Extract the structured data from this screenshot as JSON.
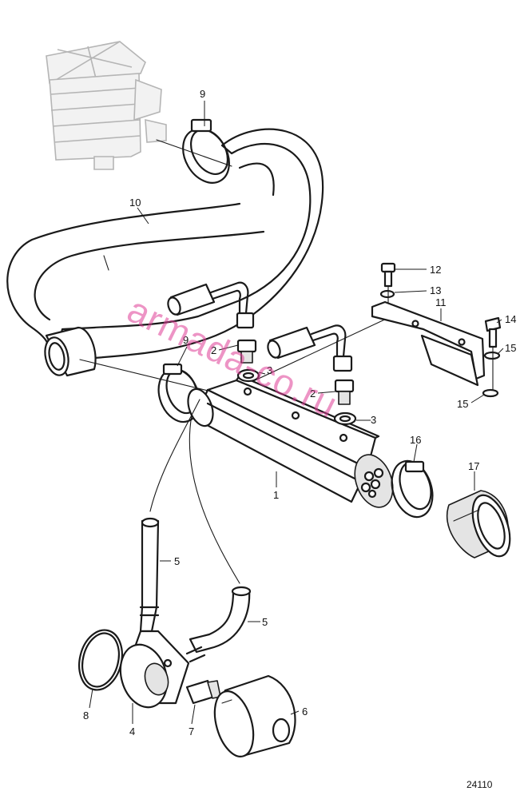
{
  "figure_number": "24110",
  "watermark": "armada-co.ru",
  "colors": {
    "line": "#1a1a1a",
    "ghost": "#b5b5b5",
    "watermark": "#de3c96"
  },
  "callouts": [
    {
      "id": "c1",
      "label": "1"
    },
    {
      "id": "c2a",
      "label": "2"
    },
    {
      "id": "c2b",
      "label": "2"
    },
    {
      "id": "c3a",
      "label": "3"
    },
    {
      "id": "c3b",
      "label": "3"
    },
    {
      "id": "c4",
      "label": "4"
    },
    {
      "id": "c5a",
      "label": "5"
    },
    {
      "id": "c5b",
      "label": "5"
    },
    {
      "id": "c6",
      "label": "6"
    },
    {
      "id": "c7",
      "label": "7"
    },
    {
      "id": "c8",
      "label": "8"
    },
    {
      "id": "c9a",
      "label": "9"
    },
    {
      "id": "c9b",
      "label": "9"
    },
    {
      "id": "c10",
      "label": "10"
    },
    {
      "id": "c11",
      "label": "11"
    },
    {
      "id": "c12",
      "label": "12"
    },
    {
      "id": "c13",
      "label": "13"
    },
    {
      "id": "c14",
      "label": "14"
    },
    {
      "id": "c15a",
      "label": "15"
    },
    {
      "id": "c15b",
      "label": "15"
    },
    {
      "id": "c16",
      "label": "16"
    },
    {
      "id": "c17",
      "label": "17"
    }
  ]
}
